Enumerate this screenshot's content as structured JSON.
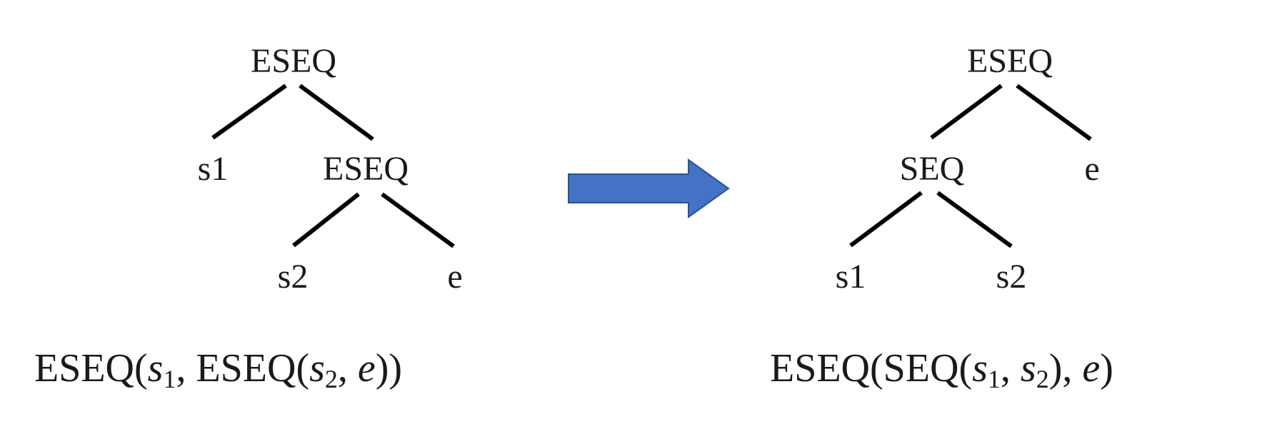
{
  "left_tree": {
    "root": "ESEQ",
    "child_left": "s1",
    "child_right": "ESEQ",
    "grandchild_left": "s2",
    "grandchild_right": "e"
  },
  "right_tree": {
    "root": "ESEQ",
    "child_left": "SEQ",
    "child_right": "e",
    "grandchild_left": "s1",
    "grandchild_right": "s2"
  },
  "left_formula": {
    "outer_op": "ESEQ",
    "open1": "(",
    "v1": "s",
    "v1_sub": "1",
    "sep1": ", ",
    "inner_op": "ESEQ",
    "open2": "(",
    "v2": "s",
    "v2_sub": "2",
    "sep2": ", ",
    "v3": "e",
    "close": "))"
  },
  "right_formula": {
    "outer_op": "ESEQ",
    "open1": "(",
    "inner_op": "SEQ",
    "open2": "(",
    "v1": "s",
    "v1_sub": "1",
    "sep1": ", ",
    "v2": "s",
    "v2_sub": "2",
    "close_inner": ")",
    "sep2": ", ",
    "v3": "e",
    "close": ")"
  },
  "colors": {
    "arrow_fill": "#4472c4",
    "arrow_stroke": "#2f528f"
  }
}
